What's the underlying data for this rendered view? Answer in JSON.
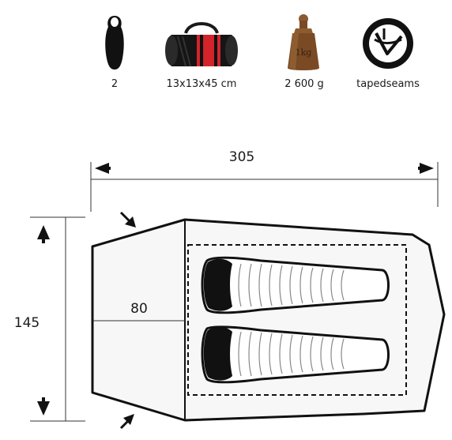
{
  "specs": [
    {
      "icon": "sleeping-bag-person-icon",
      "label": "2"
    },
    {
      "icon": "duffel-bag-icon",
      "label": "13x13x45 cm"
    },
    {
      "icon": "weight-icon",
      "label": "2 600 g"
    },
    {
      "icon": "taped-seams-icon",
      "label": "tapedseams"
    }
  ],
  "dimensions": {
    "length": "305",
    "width": "145",
    "vestibule": "80"
  },
  "colors": {
    "tent_fill": "#f7f7f7",
    "outline": "#111111",
    "bag_red": "#d2242a",
    "weight_brown": "#7a4a24"
  }
}
